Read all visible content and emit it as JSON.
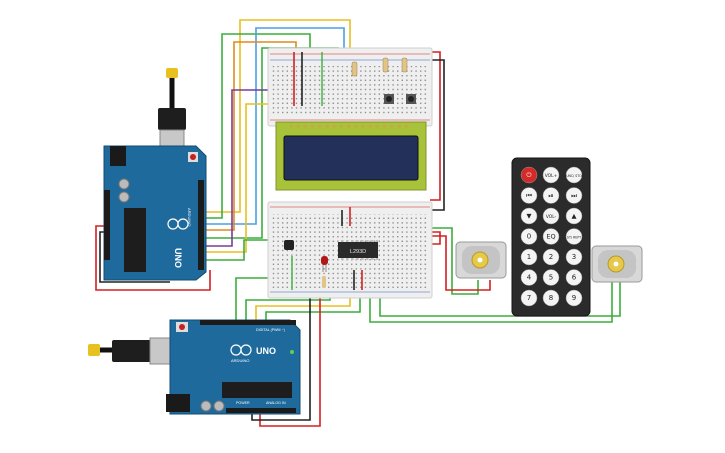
{
  "arduino_top": {
    "logo": "ARDUINO",
    "model": "UNO"
  },
  "arduino_bottom": {
    "logo": "ARDUINO",
    "model": "UNO",
    "digital_label": "DIGITAL (PWM ~)",
    "power_label": "POWER",
    "analog_label": "ANALOG IN"
  },
  "driver_chip": {
    "label": "L293D"
  },
  "remote": {
    "buttons": [
      {
        "label": "⏻"
      },
      {
        "label": "VOL+"
      },
      {
        "label": "FUNC/ STOP"
      },
      {
        "label": "⏮"
      },
      {
        "label": "⏯"
      },
      {
        "label": "⏭"
      },
      {
        "label": "▼"
      },
      {
        "label": "VOL-"
      },
      {
        "label": "▲"
      },
      {
        "label": "0"
      },
      {
        "label": "EQ"
      },
      {
        "label": "ST/ REPT"
      },
      {
        "label": "1"
      },
      {
        "label": "2"
      },
      {
        "label": "3"
      },
      {
        "label": "4"
      },
      {
        "label": "5"
      },
      {
        "label": "6"
      },
      {
        "label": "7"
      },
      {
        "label": "8"
      },
      {
        "label": "9"
      }
    ]
  },
  "colors": {
    "board_blue": "#1f6a9c",
    "breadboard": "#efefef",
    "lcd_green": "#a8c23a",
    "lcd_screen": "#23305a",
    "wire_red": "#d32020",
    "wire_green": "#3cae3c",
    "wire_yellow": "#e8c020",
    "wire_purple": "#7a3a9a",
    "wire_orange": "#e08a20",
    "wire_black": "#222222",
    "remote_body": "#2b2b2b"
  }
}
